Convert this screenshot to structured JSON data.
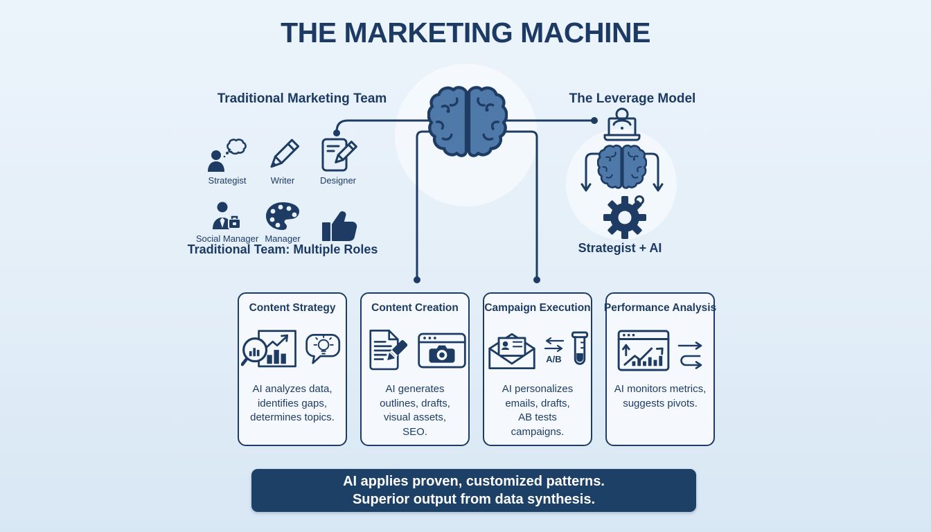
{
  "title": "THE MARKETING MACHINE",
  "left_section": {
    "heading": "Traditional Marketing Team",
    "caption": "Traditional Team: Multiple Roles",
    "roles": [
      {
        "label": "Strategist",
        "icon": "person-thought-icon"
      },
      {
        "label": "Writer",
        "icon": "pencil-icon"
      },
      {
        "label": "Designer",
        "icon": "document-pencil-icon"
      },
      {
        "label": "Social Manager",
        "icon": "person-briefcase-icon"
      },
      {
        "label": "Manager",
        "icon": "palette-icon"
      },
      {
        "label": "",
        "icon": "thumbs-up-icon"
      }
    ]
  },
  "center": {
    "icon": "brain-icon"
  },
  "right_section": {
    "heading": "The Leverage Model",
    "caption": "Strategist + AI",
    "icons": [
      "person-laptop-icon",
      "brain-icon",
      "down-arrows-icon",
      "gear-icon"
    ]
  },
  "cards": [
    {
      "title": "Content Strategy",
      "icons": [
        "chart-magnifier-icon",
        "idea-bubble-icon"
      ],
      "body": "AI analyzes data,\nidentifies gaps,\ndetermines topics."
    },
    {
      "title": "Content Creation",
      "icons": [
        "document-marker-icon",
        "browser-camera-icon"
      ],
      "body": "AI generates\noutlines, drafts,\nvisual assets,\nSEO."
    },
    {
      "title": "Campaign Execution",
      "icons": [
        "envelope-card-icon",
        "ab-arrows-icon",
        "test-tube-icon"
      ],
      "ab_label": "A/B",
      "body": "AI personalizes\nemails, drafts,\nAB tests\ncampaigns."
    },
    {
      "title": "Performance Analysis",
      "icons": [
        "analytics-browser-icon",
        "pivot-arrows-icon"
      ],
      "body": "AI monitors metrics,\nsuggests pivots."
    }
  ],
  "banner": {
    "line1": "AI applies proven, customized patterns.",
    "line2": "Superior output from data synthesis."
  },
  "colors": {
    "navy": "#1e3c63",
    "brain_fill": "#4e79a8",
    "background_top": "#ecf4fb",
    "background_bottom": "#d8e7f4",
    "card_background": "#f5f9fd",
    "banner_background": "#1d4067",
    "banner_text": "#ffffff"
  }
}
